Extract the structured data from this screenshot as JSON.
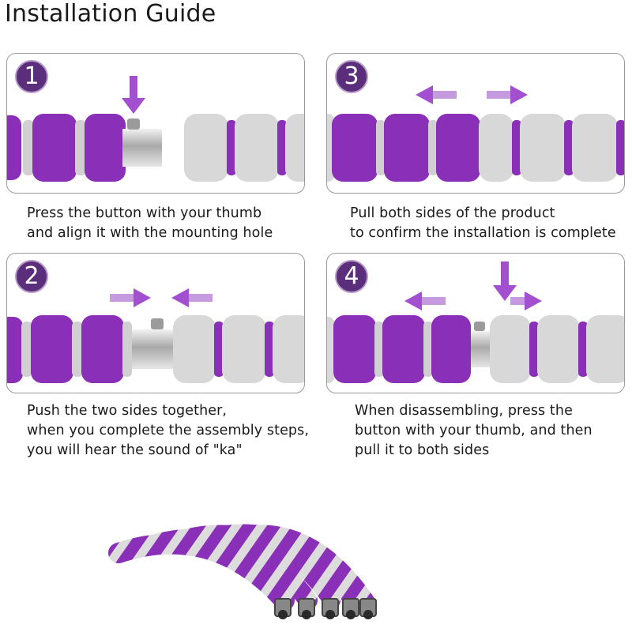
{
  "title": "Installation Guide",
  "colors": {
    "purple": "#8a2fb8",
    "gray": "#d8d8d8",
    "arrow": "#a24fd0",
    "badge": "#5a2e7a"
  },
  "steps": [
    {
      "number": "1",
      "lines": [
        "Press the button with your thumb",
        "and align it with the mounting hole"
      ]
    },
    {
      "number": "2",
      "lines": [
        "Push the two sides together,",
        "when you complete the assembly steps,",
        "you will hear the sound of \"ka\""
      ]
    },
    {
      "number": "3",
      "lines": [
        "Pull both sides of the product",
        "to confirm the installation is complete"
      ]
    },
    {
      "number": "4",
      "lines": [
        "When disassembling, press the",
        "button with your thumb, and then",
        "pull it to both sides"
      ]
    }
  ]
}
